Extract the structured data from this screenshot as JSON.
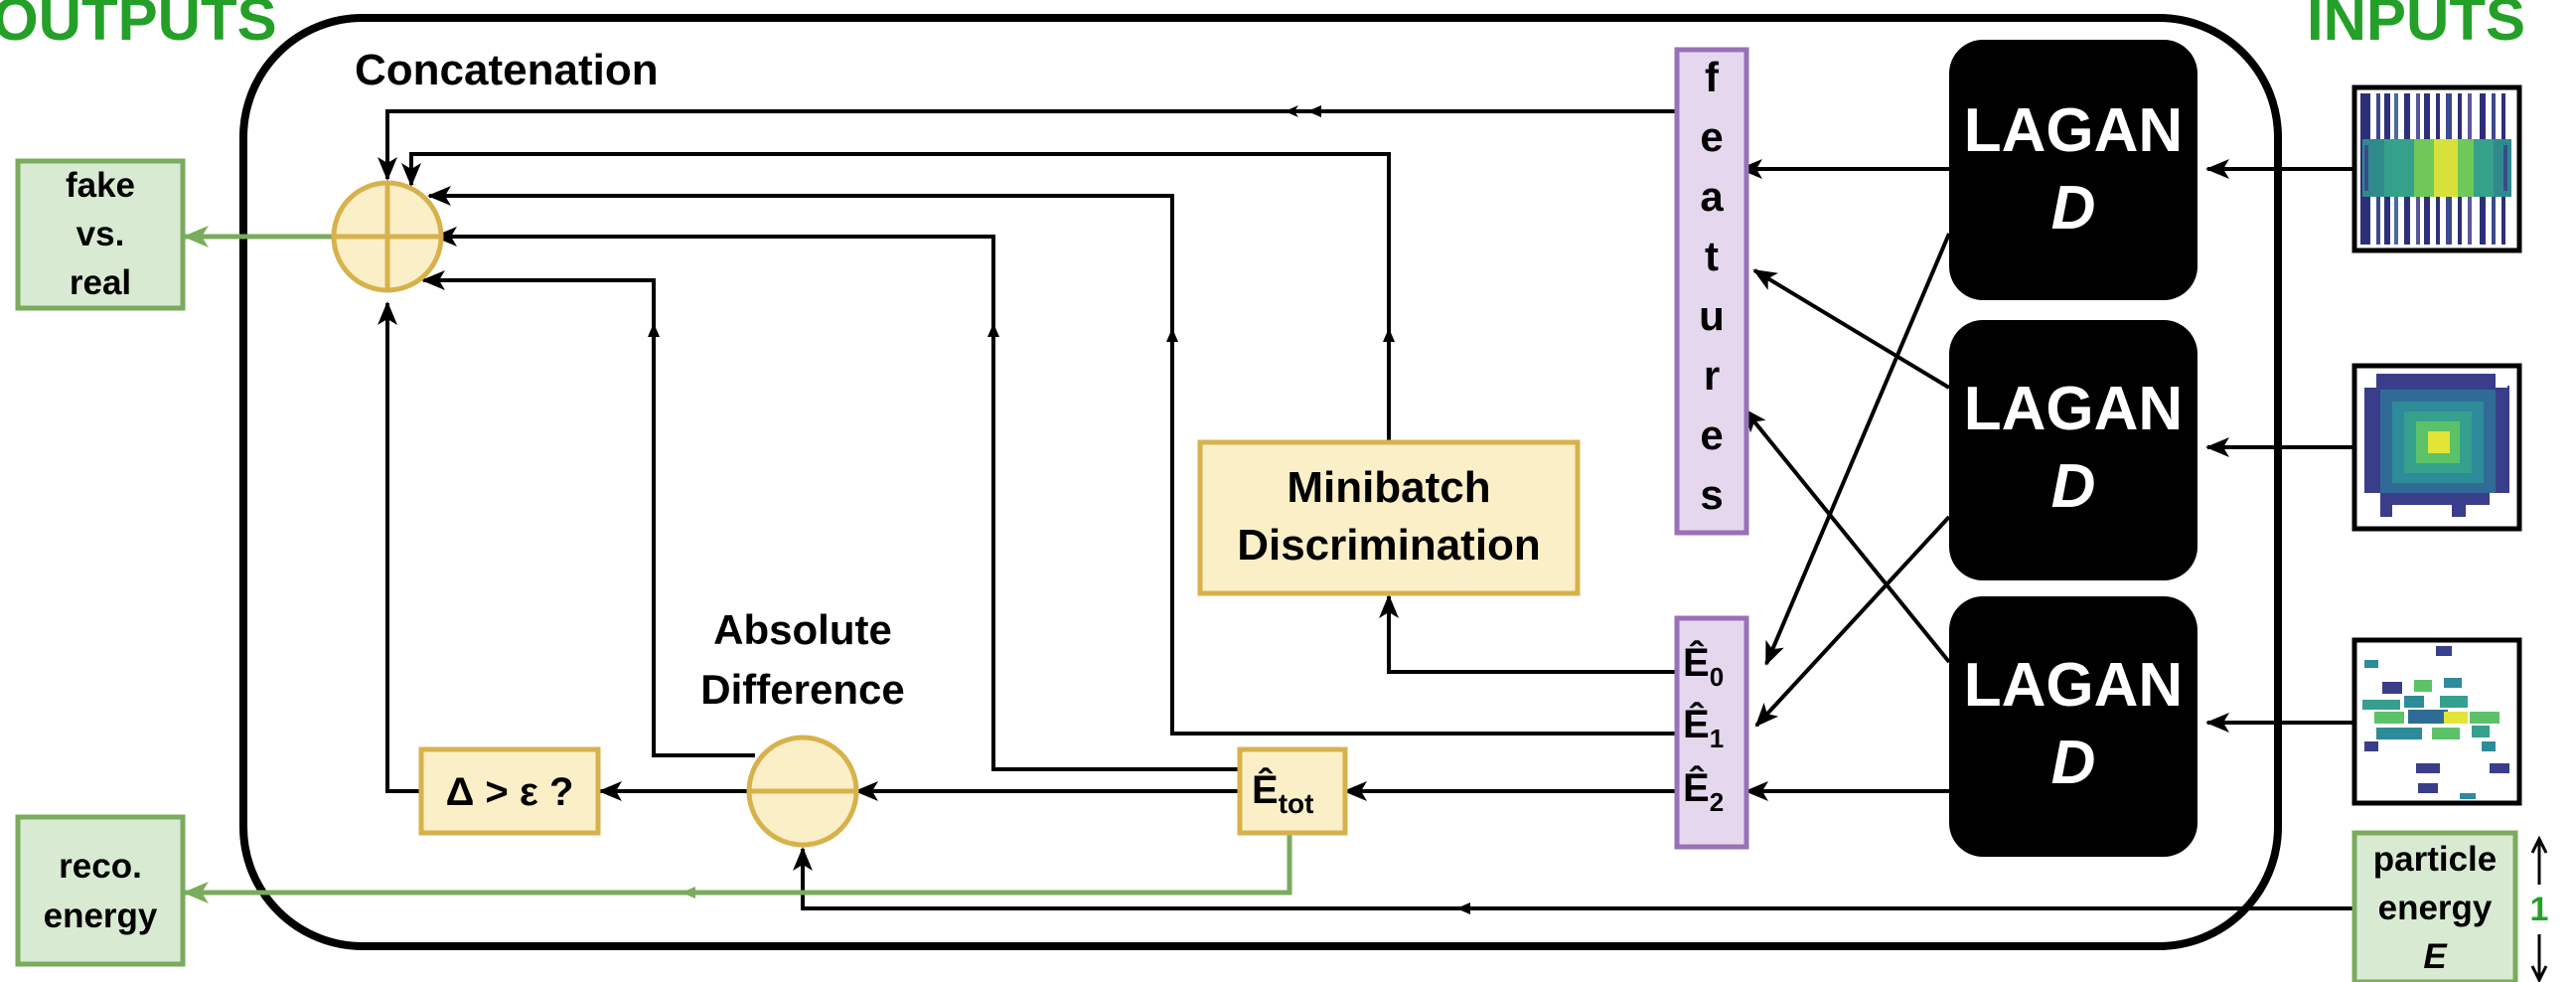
{
  "headings": {
    "outputs": "OUTPUTS",
    "inputs": "INPUTS",
    "concatenation": "Concatenation"
  },
  "outputs": {
    "fake_real": [
      "fake",
      "vs.",
      "real"
    ],
    "reco_energy": [
      "reco.",
      "energy"
    ]
  },
  "inputs": {
    "particle_energy": [
      "particle",
      "energy",
      "E"
    ],
    "energy_dim": "1"
  },
  "discriminators": [
    {
      "name": "LAGAN",
      "sub": "D"
    },
    {
      "name": "LAGAN",
      "sub": "D"
    },
    {
      "name": "LAGAN",
      "sub": "D"
    }
  ],
  "features_label": [
    "f",
    "e",
    "a",
    "t",
    "u",
    "r",
    "e",
    "s"
  ],
  "energy_labels": [
    {
      "base": "Ê",
      "sub": "0"
    },
    {
      "base": "Ê",
      "sub": "1"
    },
    {
      "base": "Ê",
      "sub": "2"
    }
  ],
  "etot": {
    "base": "Ê",
    "sub": "tot"
  },
  "minibatch": [
    "Minibatch",
    "Discrimination"
  ],
  "absolute_difference": [
    "Absolute",
    "Difference"
  ],
  "threshold": "Δ > ε ?",
  "colors": {
    "green": "#7bab5c",
    "green_text": "#24a028",
    "green_fill": "#d9ead3",
    "yellow_fill": "#fbefc8",
    "yellow_stroke": "#d7b24c",
    "purple_fill": "#e5d8ee",
    "purple_stroke": "#9a70b8",
    "black": "#000000"
  }
}
